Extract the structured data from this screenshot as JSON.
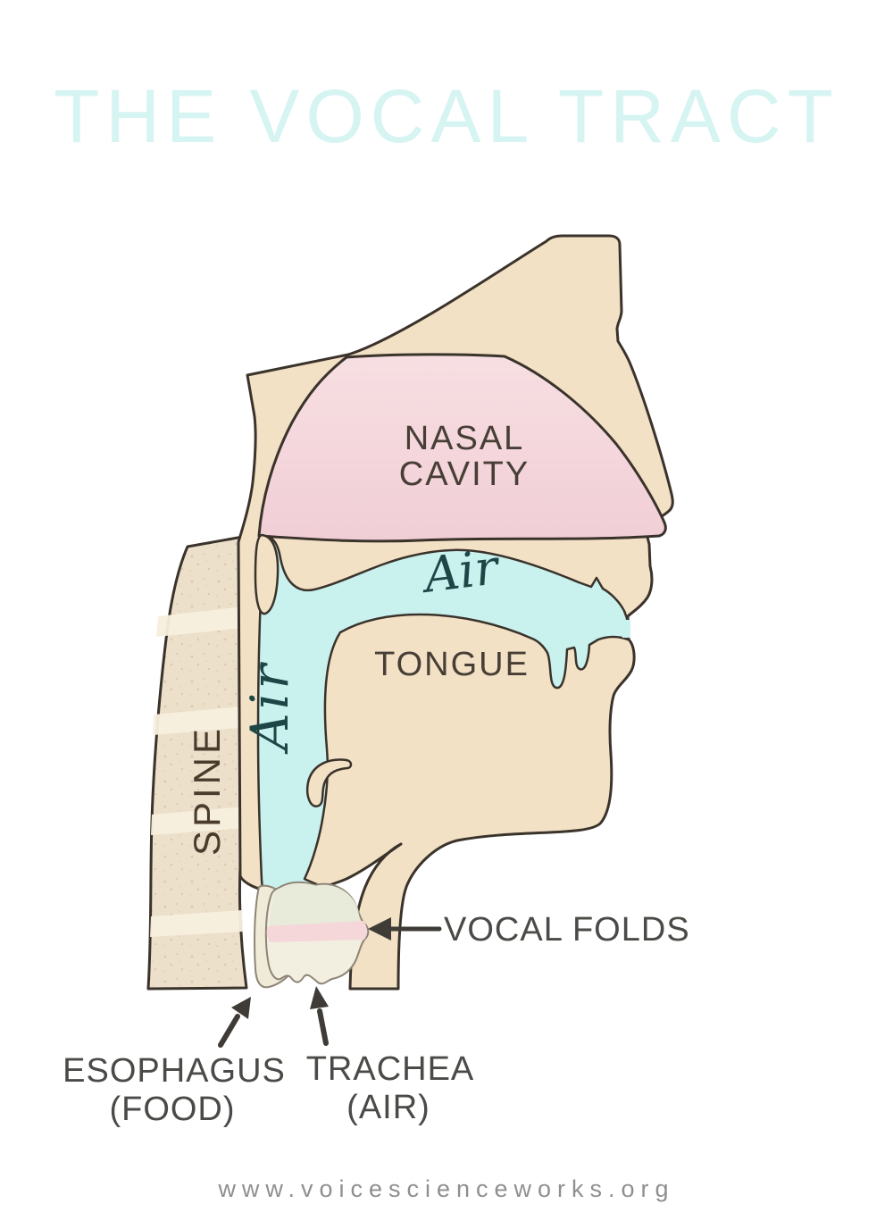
{
  "title": "THE VOCAL TRACT",
  "footer": "www.voicescienceworks.org",
  "labels": {
    "nasal_cavity_line1": "NASAL",
    "nasal_cavity_line2": "CAVITY",
    "air_oral": "Air",
    "air_pharynx": "Air",
    "tongue": "TONGUE",
    "spine": "SPINE",
    "vocal_folds": "VOCAL FOLDS",
    "esophagus_line1": "ESOPHAGUS",
    "esophagus_line2": "(FOOD)",
    "trachea_line1": "TRACHEA",
    "trachea_line2": "(AIR)"
  },
  "colors": {
    "background": "#ffffff",
    "title_cyan": "#d5f4f2",
    "skin": "#f3e1c6",
    "outline_dark": "#3a332b",
    "nasal_pink_light": "#f7dfe2",
    "nasal_pink_deep": "#f1ced6",
    "air_cyan": "#c9f1ee",
    "spine_fill": "#ece0cb",
    "spine_band": "#f8efdd",
    "spine_speckle": "#c9ae8a",
    "larynx_cream": "#f2efe1",
    "larynx_green": "#e7e9d9",
    "esophagus_cream": "#f0ead8",
    "vocal_fold_pink": "#f5d7da",
    "soft_outline": "#8e8575",
    "label_dark": "#473e35",
    "air_text_teal": "#1d4647",
    "arrow_gray": "#3f3b36",
    "footer_gray": "#8f8f8f"
  }
}
